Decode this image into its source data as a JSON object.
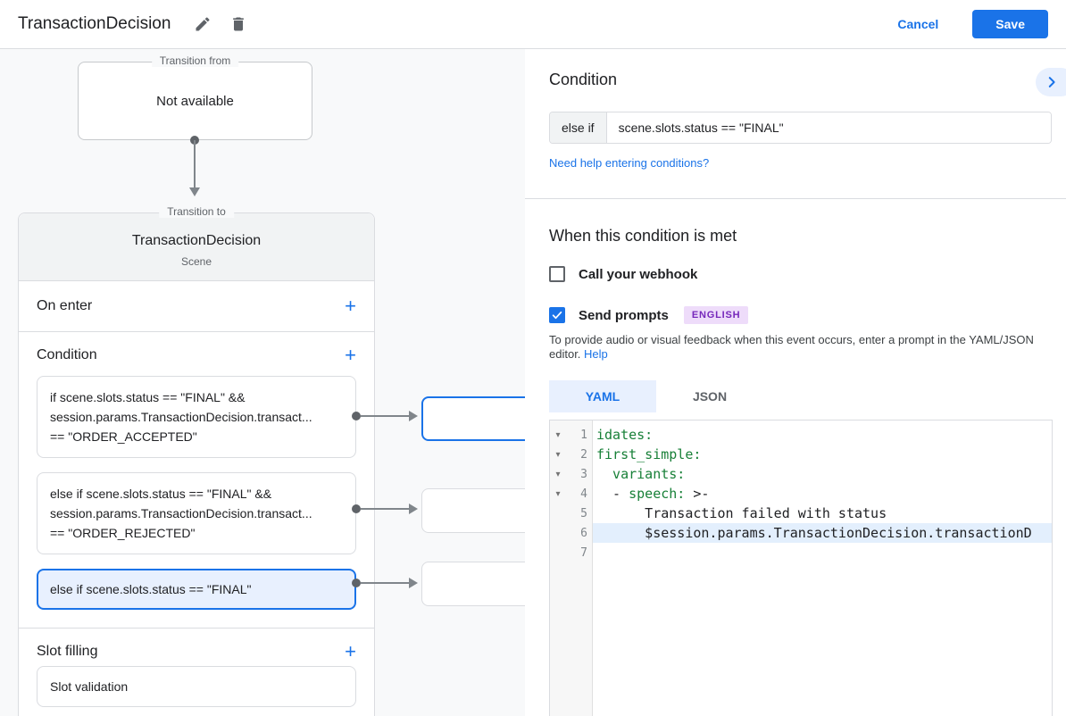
{
  "header": {
    "title": "TransactionDecision",
    "cancel_label": "Cancel",
    "save_label": "Save"
  },
  "flow": {
    "transition_from": {
      "legend": "Transition from",
      "text": "Not available"
    },
    "card": {
      "legend": "Transition to",
      "title": "TransactionDecision",
      "subtitle": "Scene",
      "on_enter_label": "On enter",
      "add_glyph": "+",
      "condition_label": "Condition",
      "conditions": [
        {
          "text": "if scene.slots.status == \"FINAL\" &&\nsession.params.TransactionDecision.transact...\n== \"ORDER_ACCEPTED\""
        },
        {
          "text": "else if scene.slots.status == \"FINAL\" &&\nsession.params.TransactionDecision.transact...\n== \"ORDER_REJECTED\""
        },
        {
          "text": "else if scene.slots.status == \"FINAL\""
        }
      ],
      "slot_filling_label": "Slot filling",
      "slot_item": "Slot validation"
    }
  },
  "panel": {
    "condition_section": {
      "title": "Condition",
      "operator": "else if",
      "expression": "scene.slots.status == \"FINAL\"",
      "help_link": "Need help entering conditions?"
    },
    "when_met": {
      "title": "When this condition is met",
      "webhook_label": "Call your webhook",
      "prompts_label": "Send prompts",
      "language_badge": "ENGLISH",
      "helper_text": "To provide audio or visual feedback when this event occurs, enter a prompt in the YAML/JSON editor.",
      "helper_link": "Help"
    },
    "tabs": {
      "yaml": "YAML",
      "json": "JSON"
    },
    "editor": {
      "fold_glyph": "▾",
      "line_numbers": [
        "1",
        "2",
        "3",
        "4",
        "5",
        "6",
        "7"
      ],
      "lines": {
        "l1": "idates:",
        "l2": "first_simple:",
        "l3": "  variants:",
        "l4_pre": "  - ",
        "l4_key": "speech:",
        "l4_post": " >-",
        "l5": "      Transaction failed with status",
        "l6": "      $session.params.TransactionDecision.transactionD"
      }
    }
  },
  "colors": {
    "accent": "#1a73e8",
    "selected_bg": "#e8f0fe",
    "code_green": "#188038",
    "badge_bg": "#eedcfa",
    "badge_text": "#7627bb",
    "canvas_bg": "#f8f9fa"
  }
}
